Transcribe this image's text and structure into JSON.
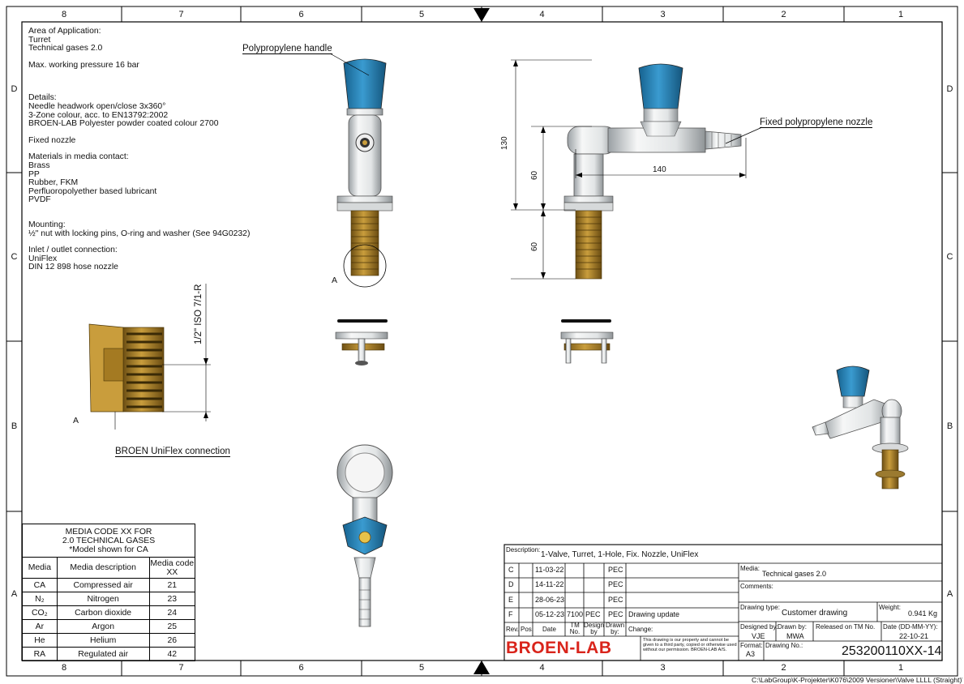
{
  "frame": {
    "zones_top": [
      "8",
      "7",
      "6",
      "5",
      "4",
      "3",
      "2",
      "1"
    ],
    "zones_bottom": [
      "8",
      "7",
      "6",
      "5",
      "4",
      "3",
      "2",
      "1"
    ],
    "zones_side": [
      "D",
      "C",
      "B",
      "A"
    ]
  },
  "notes": [
    "Area of Application:",
    "Turret",
    "Technical gases 2.0",
    "",
    "Max. working pressure 16 bar",
    "",
    "",
    "",
    "Details:",
    "Needle headwork open/close 3x360°",
    "3-Zone colour, acc. to EN13792:2002",
    "BROEN-LAB Polyester powder coated colour 2700",
    "",
    "Fixed nozzle",
    "",
    "Materials in media contact:",
    "Brass",
    "PP",
    "Rubber, FKM",
    "Perfluoropolyether based lubricant",
    "PVDF",
    "",
    "",
    "Mounting:",
    "½\" nut with locking pins, O-ring and washer (See 94G0232)",
    "",
    "Inlet / outlet connection:",
    "UniFlex",
    "DIN 12 898 hose nozzle"
  ],
  "callouts": {
    "handle": "Polypropylene handle",
    "nozzle": "Fixed  polypropylene nozzle",
    "uniflex": "BROEN UniFlex connection",
    "thread": "1/2\" ISO 7/1-R",
    "detail_a": "A",
    "detail_a2": "A"
  },
  "dimensions": {
    "height_total": "130",
    "upper": "60",
    "lower": "60",
    "reach": "140"
  },
  "media_table": {
    "title_lines": [
      "MEDIA CODE XX FOR",
      "2.0 TECHNICAL GASES",
      "*Model shown for CA"
    ],
    "headers": [
      "Media",
      "Media description",
      "Media code XX"
    ],
    "rows": [
      [
        "CA",
        "Compressed air",
        "21"
      ],
      [
        "N₂",
        "Nitrogen",
        "23"
      ],
      [
        "CO₂",
        "Carbon dioxide",
        "24"
      ],
      [
        "Ar",
        "Argon",
        "25"
      ],
      [
        "He",
        "Helium",
        "26"
      ],
      [
        "RA",
        "Regulated air",
        "42"
      ]
    ]
  },
  "title_block": {
    "description_label": "Description:",
    "description": "1-Valve, Turret, 1-Hole, Fix. Nozzle, UniFlex",
    "revisions": [
      {
        "rev": "C",
        "pos": "",
        "date": "11-03-22",
        "tm": "",
        "design": "",
        "drawn": "PEC",
        "change": ""
      },
      {
        "rev": "D",
        "pos": "",
        "date": "14-11-22",
        "tm": "",
        "design": "",
        "drawn": "PEC",
        "change": ""
      },
      {
        "rev": "E",
        "pos": "",
        "date": "28-06-23",
        "tm": "",
        "design": "",
        "drawn": "PEC",
        "change": ""
      },
      {
        "rev": "F",
        "pos": "",
        "date": "05-12-23",
        "tm": "7100",
        "design": "PEC",
        "drawn": "PEC",
        "change": "Drawing update"
      }
    ],
    "rev_headers": {
      "rev": "Rev.",
      "pos": "Pos.",
      "date": "Date",
      "tm": "TM No.",
      "design": "Design by",
      "drawn": "Drawn by:",
      "change": "Change:"
    },
    "logo": "BROEN-LAB",
    "property_note": "This drawing is our property and cannot be given to a third party, copied or otherwise used without our permission.  BROEN-LAB A/S.",
    "media_label": "Media:",
    "media_value": "Technical gases 2.0",
    "comments_label": "Comments:",
    "drawing_type_label": "Drawing type:",
    "drawing_type": "Customer drawing",
    "weight_label": "Weight:",
    "weight": "0.941 Kg",
    "designed_by_label": "Designed by:",
    "designed_by": "VJE",
    "drawn_by_label": "Drawn by:",
    "drawn_by": "MWA",
    "released_label": "Released on TM No.",
    "date_label": "Date (DD-MM-YY):",
    "date": "22-10-21",
    "format_label": "Format:",
    "format": "A3",
    "drawing_no_label": "Drawing No.:",
    "drawing_no": "253200110XX-14"
  },
  "file_path": "C:\\LabGroup\\K-Projekter\\K076\\2009 Versioner\\Valve LLLL (Straight)\\",
  "colors": {
    "handle_blue": "#2a86b8",
    "brass": "#b58a2e",
    "logo_red": "#d9241b"
  }
}
